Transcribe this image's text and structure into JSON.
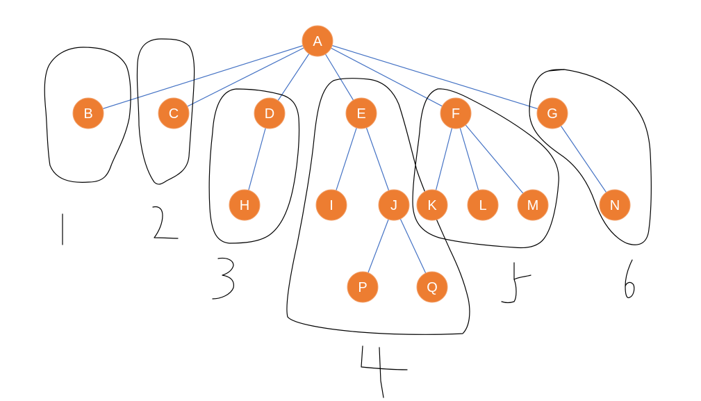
{
  "colors": {
    "node_fill": "#ed7d31",
    "node_stroke": "#f2a06a",
    "edge": "#4472c4",
    "ink": "#000000",
    "background": "#ffffff"
  },
  "nodes": [
    {
      "id": "A",
      "label": "A"
    },
    {
      "id": "B",
      "label": "B"
    },
    {
      "id": "C",
      "label": "C"
    },
    {
      "id": "D",
      "label": "D"
    },
    {
      "id": "E",
      "label": "E"
    },
    {
      "id": "F",
      "label": "F"
    },
    {
      "id": "G",
      "label": "G"
    },
    {
      "id": "H",
      "label": "H"
    },
    {
      "id": "I",
      "label": "I"
    },
    {
      "id": "J",
      "label": "J"
    },
    {
      "id": "K",
      "label": "K"
    },
    {
      "id": "L",
      "label": "L"
    },
    {
      "id": "M",
      "label": "M"
    },
    {
      "id": "N",
      "label": "N"
    },
    {
      "id": "P",
      "label": "P"
    },
    {
      "id": "Q",
      "label": "Q"
    }
  ],
  "edges": [
    [
      "A",
      "B"
    ],
    [
      "A",
      "C"
    ],
    [
      "A",
      "D"
    ],
    [
      "A",
      "E"
    ],
    [
      "A",
      "F"
    ],
    [
      "A",
      "G"
    ],
    [
      "D",
      "H"
    ],
    [
      "E",
      "I"
    ],
    [
      "E",
      "J"
    ],
    [
      "J",
      "P"
    ],
    [
      "J",
      "Q"
    ],
    [
      "F",
      "K"
    ],
    [
      "F",
      "L"
    ],
    [
      "F",
      "M"
    ],
    [
      "G",
      "N"
    ]
  ],
  "groups": [
    {
      "id": "group-1",
      "label": "1",
      "members": [
        "B"
      ]
    },
    {
      "id": "group-2",
      "label": "2",
      "members": [
        "C"
      ]
    },
    {
      "id": "group-3",
      "label": "3",
      "members": [
        "D",
        "H"
      ]
    },
    {
      "id": "group-4",
      "label": "4",
      "members": [
        "E",
        "I",
        "J",
        "P",
        "Q"
      ]
    },
    {
      "id": "group-5",
      "label": "5",
      "members": [
        "F",
        "K",
        "L",
        "M"
      ]
    },
    {
      "id": "group-6",
      "label": "6",
      "members": [
        "G",
        "N"
      ]
    }
  ]
}
